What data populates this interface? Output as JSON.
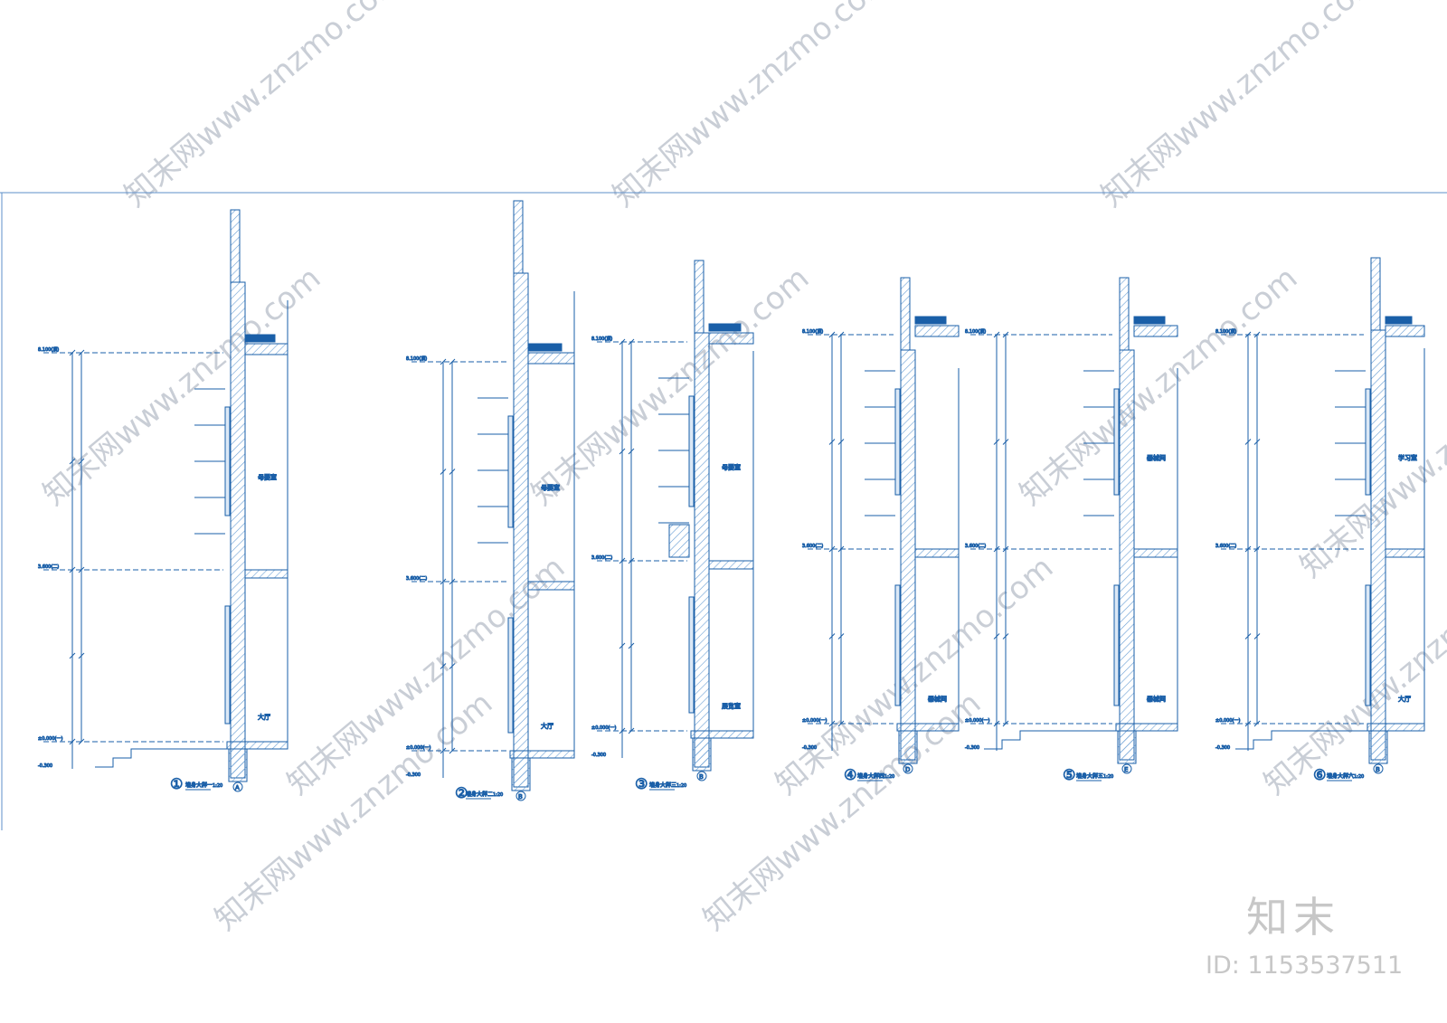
{
  "sections": [
    {
      "num": "①",
      "title": "墙身大样一",
      "scale": "1:20",
      "axis": "A",
      "room_upper": "母婴室",
      "room_lower": "大厅"
    },
    {
      "num": "②",
      "title": "墙身大样二",
      "scale": "1:20",
      "axis": "B",
      "room_upper": "母婴室",
      "room_lower": "大厅"
    },
    {
      "num": "③",
      "title": "墙身大样三",
      "scale": "1:20",
      "axis": "B",
      "room_upper": "母婴室",
      "room_lower": "展览室"
    },
    {
      "num": "④",
      "title": "墙身大样四",
      "scale": "1:20",
      "axis": "D",
      "room_upper": "",
      "room_lower": "器械间"
    },
    {
      "num": "⑤",
      "title": "墙身大样五",
      "scale": "1:20",
      "axis": "E",
      "room_upper": "器械间",
      "room_lower": "器械间"
    },
    {
      "num": "⑥",
      "title": "墙身大样六",
      "scale": "1:20",
      "axis": "B",
      "room_upper": "学习室",
      "room_lower": "大厅"
    }
  ],
  "levels": [
    "8.100(顶)",
    "3.600(二)",
    "±0.000(一)",
    "-0.300"
  ],
  "watermark": "知末网www.znzmo.com",
  "brand": "知末",
  "image_id": "ID: 1153537511",
  "colors": {
    "line": "#1a5fa8",
    "hatch": "#6a9fd4",
    "frame": "#5d8fc9",
    "watermark": "#c9ced6"
  }
}
